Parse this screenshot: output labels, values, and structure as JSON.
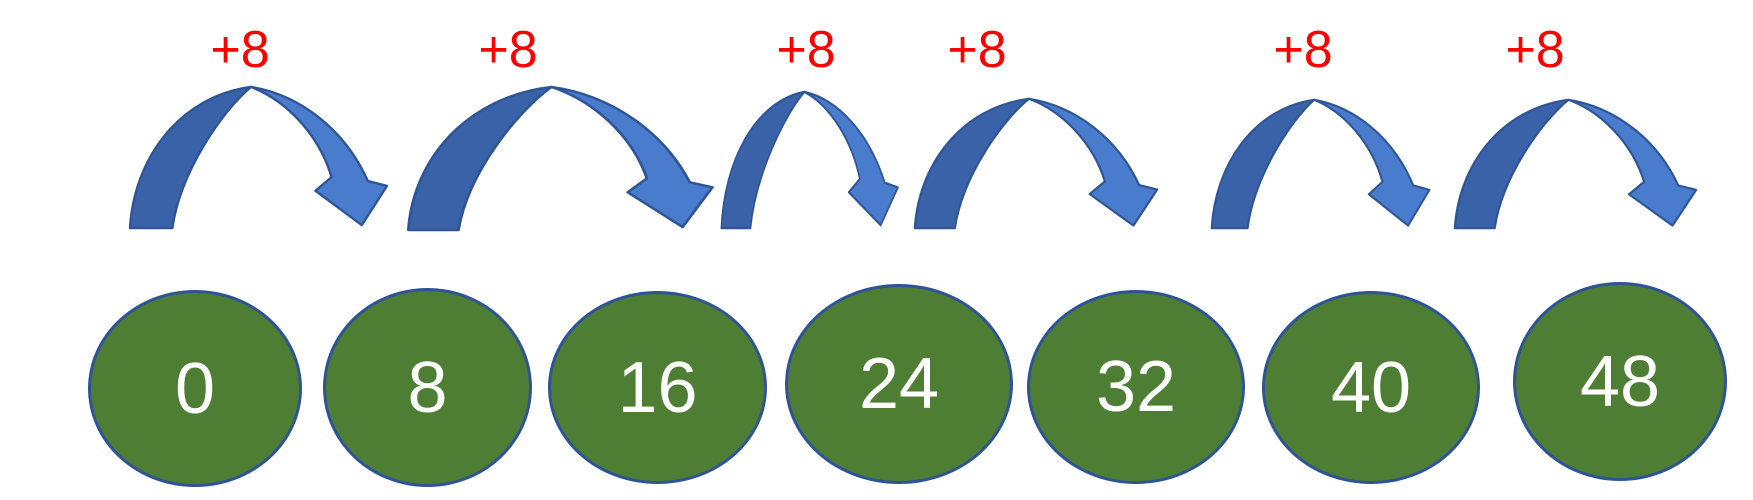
{
  "jumps": [
    {
      "label": "+8"
    },
    {
      "label": "+8"
    },
    {
      "label": "+8"
    },
    {
      "label": "+8"
    },
    {
      "label": "+8"
    },
    {
      "label": "+8"
    }
  ],
  "circles": [
    {
      "value": "0"
    },
    {
      "value": "8"
    },
    {
      "value": "16"
    },
    {
      "value": "24"
    },
    {
      "value": "32"
    },
    {
      "value": "40"
    },
    {
      "value": "48"
    }
  ],
  "colors": {
    "background": "#FFFFFF",
    "label_red": "#FF0000",
    "circle_fill": "#4E7E33",
    "circle_border": "#2E5496",
    "circle_text": "#FFFFFF",
    "arrow_dark": "#3A62A8",
    "arrow_light": "#4A7CCE",
    "arrow_outline": "#2F5597"
  }
}
